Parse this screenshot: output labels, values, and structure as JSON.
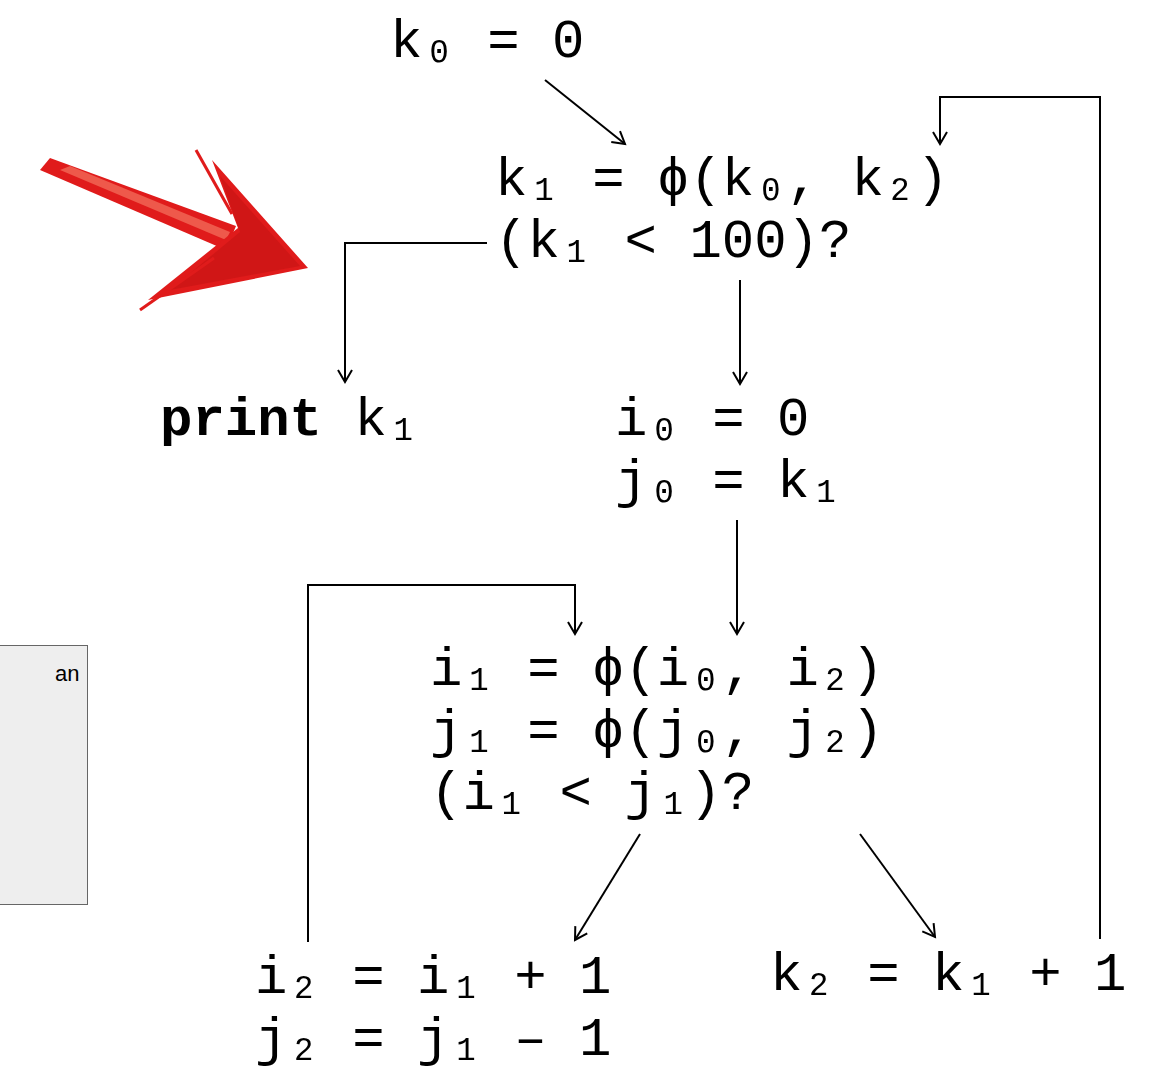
{
  "diagram": {
    "nodes": [
      {
        "text": [
          "k₀ = 0"
        ]
      },
      {
        "text": [
          "k₁ = ϕ(k₀, k₂)",
          "(k₁ < 100)?"
        ]
      },
      {
        "text": [
          "print",
          "k₁"
        ]
      },
      {
        "text": [
          "i₀ = 0",
          "j₀ = k₁"
        ]
      },
      {
        "text": [
          "i₁ = ϕ(i₀, i₂)",
          "j₁ = ϕ(j₀, j₂)",
          "(i₁ < j₁)?"
        ]
      },
      {
        "text": [
          "i₂ = i₁ + 1",
          "j₂ = j₁ – 1"
        ]
      },
      {
        "text": [
          "k₂ = k₁ + 1"
        ]
      },
      {
        "text": [
          "an"
        ]
      }
    ],
    "edges": [
      {
        "from": 0,
        "to": 1,
        "arrow": "to"
      },
      {
        "from": 1,
        "to": 2,
        "arrow": "to"
      },
      {
        "from": 1,
        "to": 3,
        "arrow": "to"
      },
      {
        "from": 3,
        "to": 4,
        "arrow": "to"
      },
      {
        "from": 4,
        "to": 5,
        "arrow": "to"
      },
      {
        "from": 4,
        "to": 6,
        "arrow": "to"
      },
      {
        "from": 5,
        "to": 4,
        "arrow": "to"
      },
      {
        "from": 6,
        "to": 1,
        "arrow": "to"
      }
    ]
  }
}
